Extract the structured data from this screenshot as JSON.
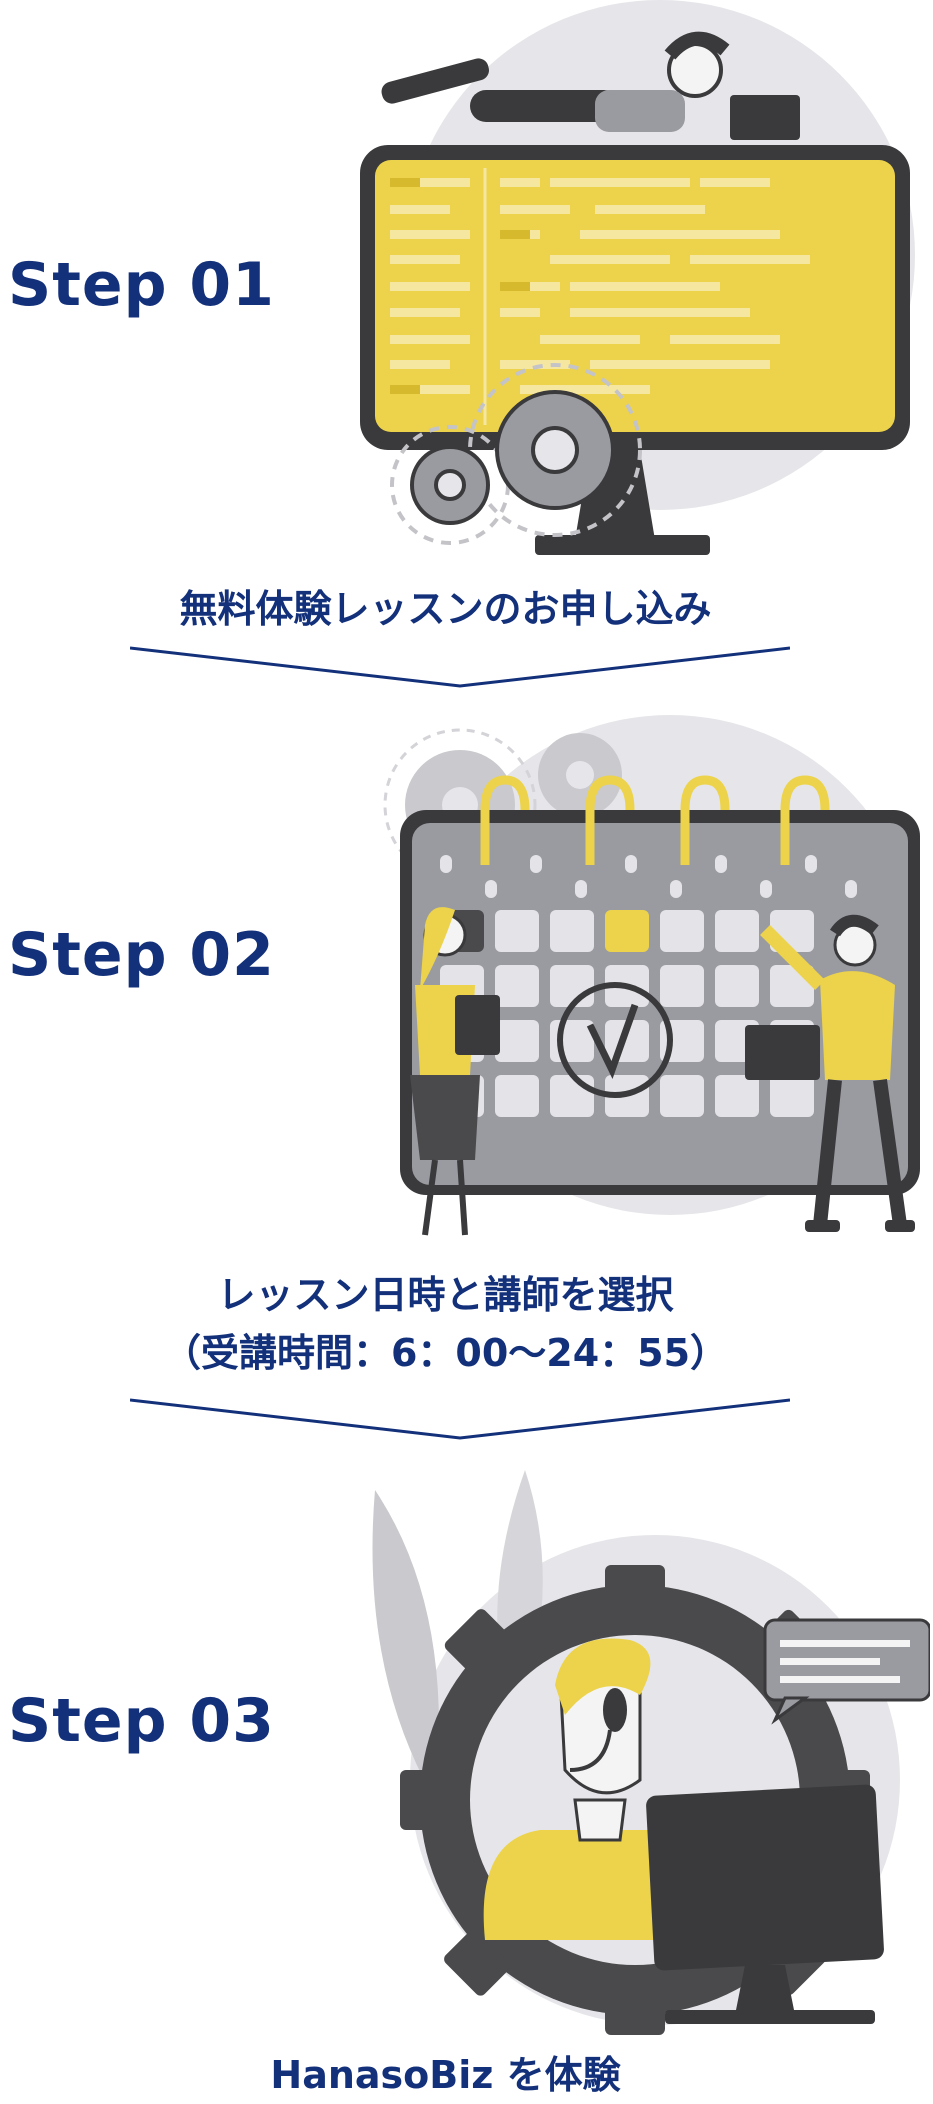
{
  "steps": [
    {
      "label": "Step 01",
      "caption": "無料体験レッスンのお申し込み"
    },
    {
      "label": "Step 02",
      "caption": "レッスン日時と講師を選択",
      "sub_caption": "（受講時間：6：00～24：55）"
    },
    {
      "label": "Step 03",
      "caption": "HanasoBiz を体験"
    }
  ],
  "colors": {
    "accent_navy": "#13307a",
    "yellow": "#ecd34b",
    "dark_gray": "#3a3a3c",
    "mid_gray": "#9a9ba0",
    "light_gray": "#e4e4e8"
  },
  "illustrations": [
    "monitor-code-gears-illustration",
    "calendar-meeting-illustration",
    "call-center-agent-illustration"
  ]
}
